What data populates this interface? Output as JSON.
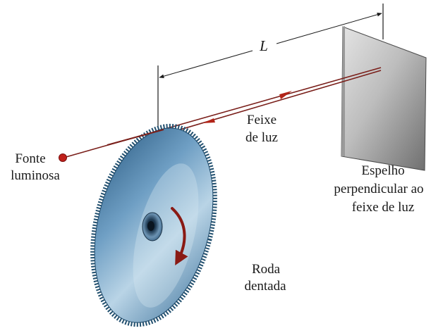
{
  "labels": {
    "distance": "L",
    "beam_line1": "Feixe",
    "beam_line2": "de luz",
    "source_line1": "Fonte",
    "source_line2": "luminosa",
    "mirror_line1": "Espelho",
    "mirror_line2": "perpendicular ao",
    "mirror_line3": "feixe de luz",
    "wheel_line1": "Roda",
    "wheel_line2": "dentada"
  },
  "colors": {
    "beam": "#7a1f1a",
    "source_dot": "#c0201a",
    "mirror_light": "#d8d8d8",
    "mirror_dark": "#7c7c7c",
    "wheel_light": "#a9c8de",
    "wheel_dark": "#3e6f96",
    "arrow": "#8a1a14"
  }
}
